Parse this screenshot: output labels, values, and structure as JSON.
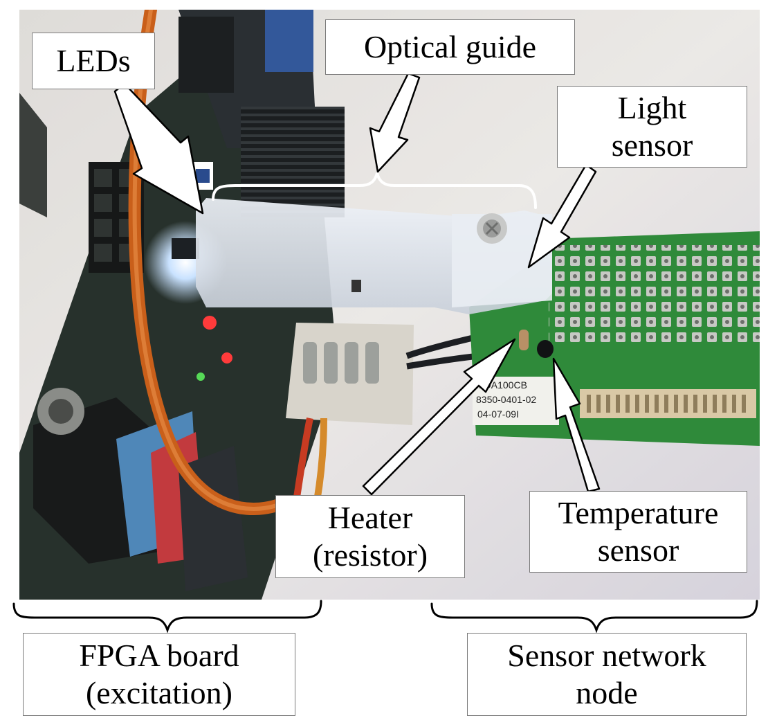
{
  "figure": {
    "labels": {
      "leds": "LEDs",
      "optical_guide": "Optical guide",
      "light_sensor": "Light\nsensor",
      "heater": "Heater\n(resistor)",
      "temperature_sensor": "Temperature\nsensor",
      "fpga_board": "FPGA board\n(excitation)",
      "sensor_node": "Sensor network\nnode"
    },
    "board_marking": {
      "line1": "MDA100CB",
      "line2": "8350-0401-02",
      "line3": "04-07-09I"
    },
    "colors": {
      "arrow_fill": "#ffffff",
      "arrow_outline": "#000000",
      "pcb_green": "#2f8a3a",
      "fpga_board": "#27312c",
      "optical_guide": "#e6ecf5"
    }
  }
}
